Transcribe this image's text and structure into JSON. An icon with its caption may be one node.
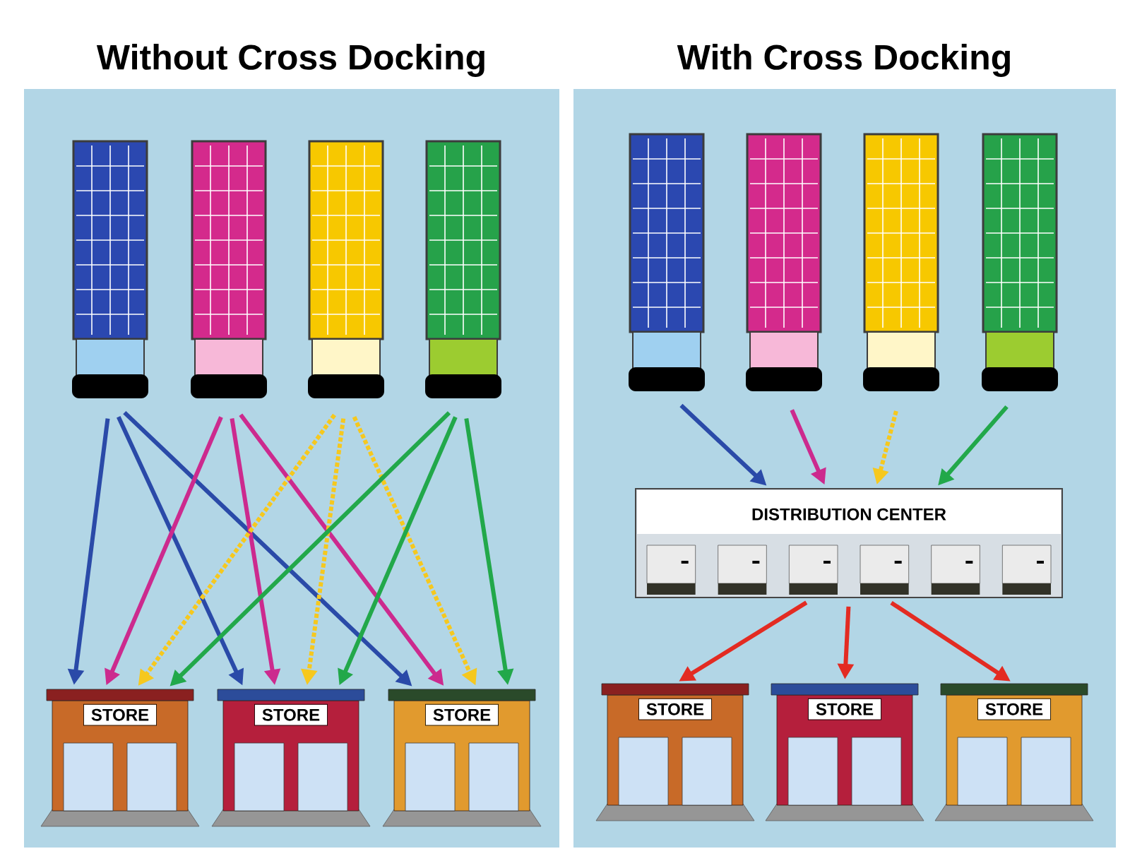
{
  "diagram": {
    "nodes": [
      {
        "text": [
          "Without Cross Docking"
        ]
      },
      {
        "text": [],
        "shape": "truck",
        "in": 0
      },
      {
        "text": [],
        "shape": "truck",
        "in": 0
      },
      {
        "text": [],
        "shape": "truck",
        "in": 0
      },
      {
        "text": [],
        "shape": "truck",
        "in": 0
      },
      {
        "text": [
          "STORE"
        ],
        "in": 0
      },
      {
        "text": [
          "STORE"
        ],
        "in": 0
      },
      {
        "text": [
          "STORE"
        ],
        "in": 0
      },
      {
        "text": [
          "With Cross Docking"
        ]
      },
      {
        "text": [],
        "shape": "truck",
        "in": 8
      },
      {
        "text": [],
        "shape": "truck",
        "in": 8
      },
      {
        "text": [],
        "shape": "truck",
        "in": 8
      },
      {
        "text": [],
        "shape": "truck",
        "in": 8
      },
      {
        "text": [
          "DISTRIBUTION CENTER"
        ],
        "in": 8
      },
      {
        "text": [
          "STORE"
        ],
        "in": 8
      },
      {
        "text": [
          "STORE"
        ],
        "in": 8
      },
      {
        "text": [
          "STORE"
        ],
        "in": 8
      }
    ],
    "edges": [
      {
        "from": 1,
        "to": 5,
        "arrow": "to",
        "color": "#2a4aa8"
      },
      {
        "from": 1,
        "to": 6,
        "arrow": "to",
        "color": "#2a4aa8"
      },
      {
        "from": 1,
        "to": 7,
        "arrow": "to",
        "color": "#2a4aa8"
      },
      {
        "from": 2,
        "to": 5,
        "arrow": "to",
        "color": "#cc2a8e"
      },
      {
        "from": 2,
        "to": 6,
        "arrow": "to",
        "color": "#cc2a8e"
      },
      {
        "from": 2,
        "to": 7,
        "arrow": "to",
        "color": "#cc2a8e"
      },
      {
        "from": 3,
        "to": 5,
        "arrow": "to",
        "style": "dashed",
        "color": "#f6c81e"
      },
      {
        "from": 3,
        "to": 6,
        "arrow": "to",
        "style": "dashed",
        "color": "#f6c81e"
      },
      {
        "from": 3,
        "to": 7,
        "arrow": "to",
        "style": "dashed",
        "color": "#f6c81e"
      },
      {
        "from": 4,
        "to": 5,
        "arrow": "to",
        "color": "#22a84a"
      },
      {
        "from": 4,
        "to": 6,
        "arrow": "to",
        "color": "#22a84a"
      },
      {
        "from": 4,
        "to": 7,
        "arrow": "to",
        "color": "#22a84a"
      },
      {
        "from": 9,
        "to": 13,
        "arrow": "to",
        "color": "#2a4aa8"
      },
      {
        "from": 10,
        "to": 13,
        "arrow": "to",
        "color": "#cc2a8e"
      },
      {
        "from": 11,
        "to": 13,
        "arrow": "to",
        "style": "dashed",
        "color": "#f6c81e"
      },
      {
        "from": 12,
        "to": 13,
        "arrow": "to",
        "color": "#22a84a"
      },
      {
        "from": 13,
        "to": 14,
        "arrow": "to",
        "color": "#e32b22"
      },
      {
        "from": 13,
        "to": 15,
        "arrow": "to",
        "color": "#e32b22"
      },
      {
        "from": 13,
        "to": 16,
        "arrow": "to",
        "color": "#e32b22"
      }
    ]
  }
}
